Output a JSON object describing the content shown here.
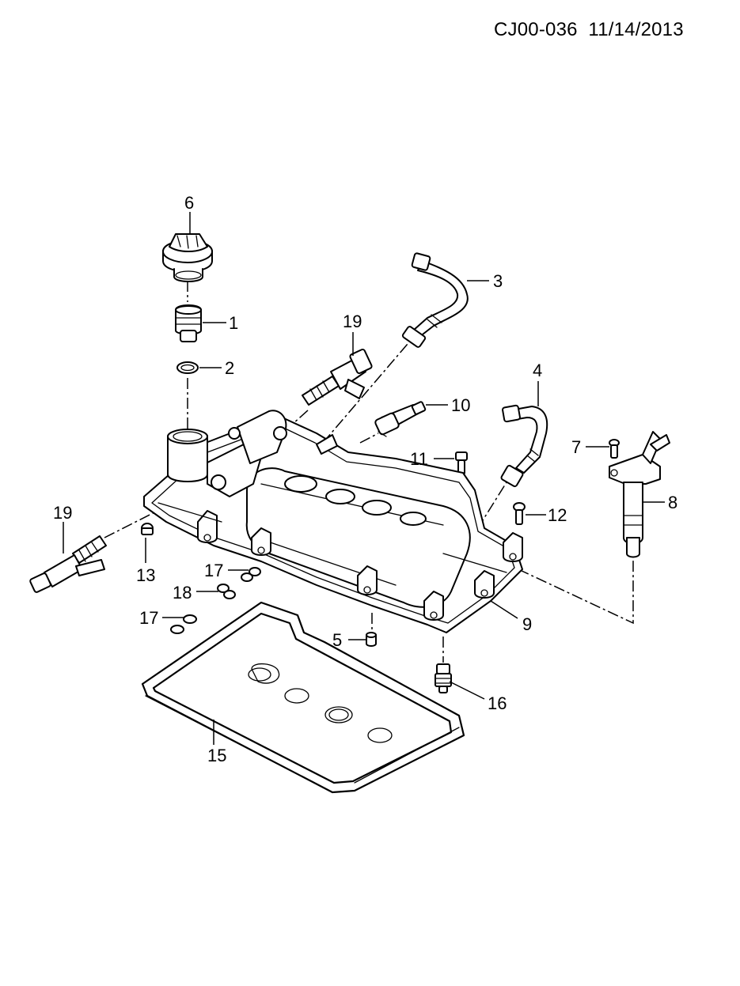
{
  "header": {
    "diagram_code": "CJ00-036",
    "date": "11/14/2013"
  },
  "callouts": {
    "c1": "1",
    "c2": "2",
    "c3": "3",
    "c4": "4",
    "c5": "5",
    "c6": "6",
    "c7": "7",
    "c8": "8",
    "c9": "9",
    "c10": "10",
    "c11": "11",
    "c12": "12",
    "c13": "13",
    "c15": "15",
    "c16": "16",
    "c17a": "17",
    "c17b": "17",
    "c18": "18",
    "c19a": "19",
    "c19b": "19"
  }
}
